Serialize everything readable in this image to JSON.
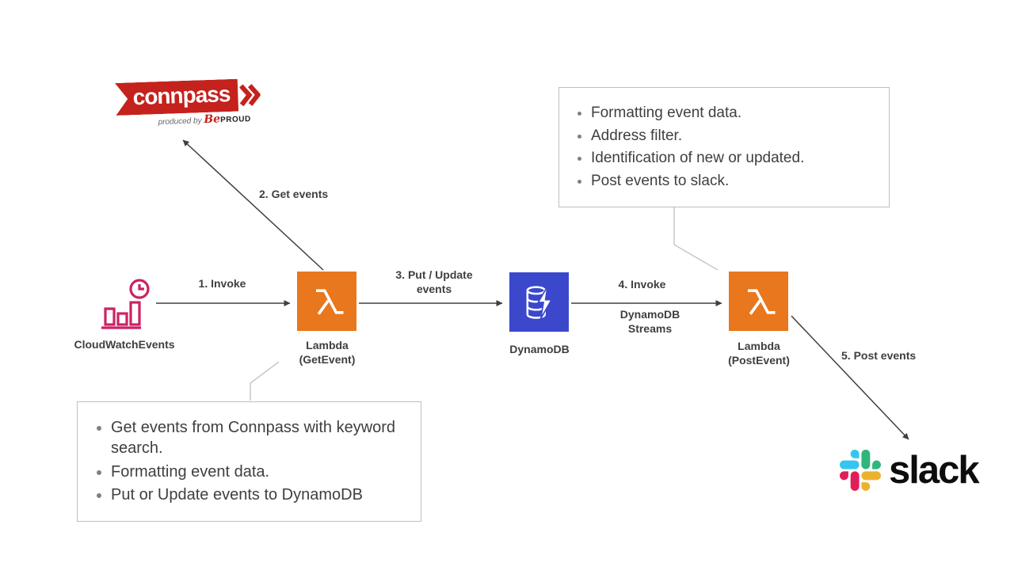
{
  "colors": {
    "lambda_orange": "#E8771D",
    "dynamodb_blue": "#3B48CC",
    "cloudwatch_pink": "#CC2264",
    "connpass_red": "#C5211D",
    "slack_blue": "#36C5F0",
    "slack_green": "#2EB67D",
    "slack_red": "#E01E5A",
    "slack_yellow": "#ECB22E",
    "arrow": "#3F3F3F",
    "note_border": "#BFBFBF"
  },
  "nodes": {
    "cloudwatch": {
      "label": "CloudWatchEvents"
    },
    "lambda_get": {
      "name": "Lambda",
      "qualifier": "(GetEvent)"
    },
    "dynamodb": {
      "label": "DynamoDB"
    },
    "lambda_post": {
      "name": "Lambda",
      "qualifier": "(PostEvent)"
    },
    "connpass": {
      "brand": "connpass",
      "byline_prefix": "produced by",
      "byline_be": "Be",
      "byline_proud": "PROUD"
    },
    "slack": {
      "brand": "slack"
    }
  },
  "edges": {
    "invoke_get": {
      "label": "1. Invoke"
    },
    "get_events": {
      "label": "2. Get events"
    },
    "put_update": {
      "line1": "3. Put / Update",
      "line2": "events"
    },
    "invoke_post": {
      "label": "4. Invoke",
      "via1": "DynamoDB",
      "via2": "Streams"
    },
    "post_events": {
      "label": "5. Post events"
    }
  },
  "notes": {
    "post_note": {
      "items": [
        "Formatting event data.",
        "Address filter.",
        "Identification of new or updated.",
        "Post events to slack."
      ]
    },
    "get_note": {
      "items": [
        "Get events from Connpass with keyword search.",
        "Formatting event data.",
        "Put or Update events to DynamoDB"
      ]
    }
  }
}
